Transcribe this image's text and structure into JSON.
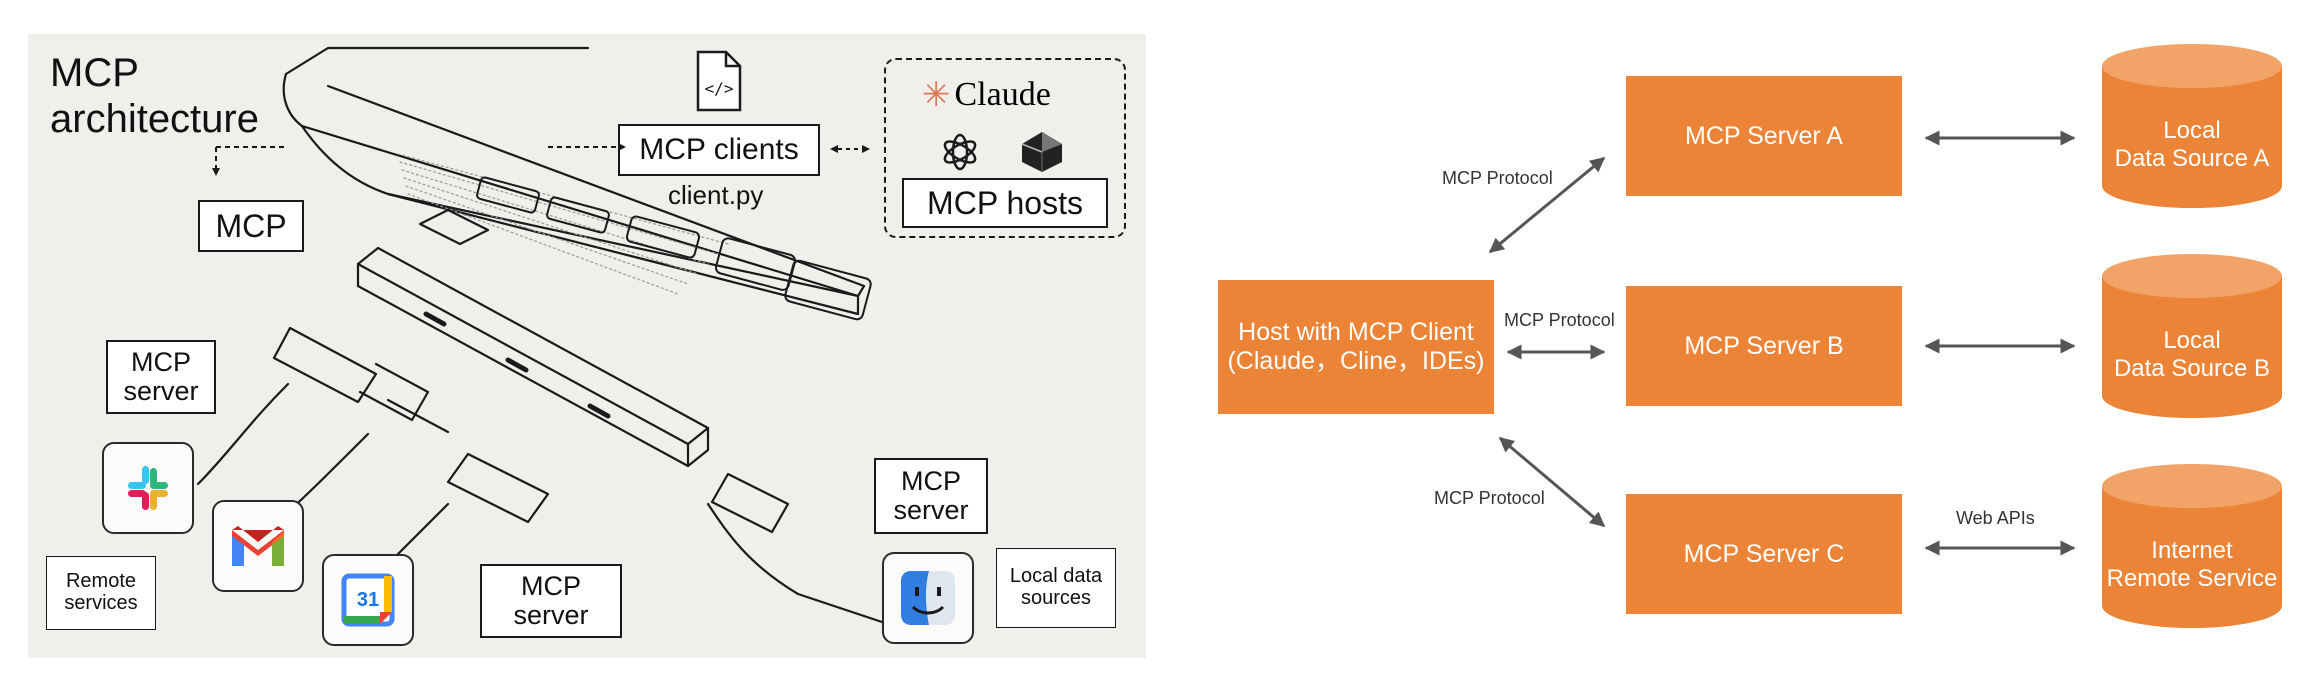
{
  "left_panel": {
    "title_line1": "MCP",
    "title_line2": "architecture",
    "file_icon": "code-file-icon",
    "mcp_clients": "MCP clients",
    "client_file": "client.py",
    "claude_logo_text": "Claude",
    "mcp_hosts": "MCP hosts",
    "mcp_label": "MCP",
    "server_label_1_l1": "MCP",
    "server_label_1_l2": "server",
    "server_label_2_l1": "MCP",
    "server_label_2_l2": "server",
    "server_label_3_l1": "MCP",
    "server_label_3_l2": "server",
    "remote_services_l1": "Remote",
    "remote_services_l2": "services",
    "local_data_l1": "Local data",
    "local_data_l2": "sources",
    "calendar_day": "31",
    "apps": [
      "slack-icon",
      "gmail-icon",
      "google-calendar-icon",
      "finder-icon",
      "openai-icon",
      "hosts-cube-icon"
    ]
  },
  "right_diagram": {
    "colors": {
      "box": "#ec8437",
      "cylinder": "#ec8437",
      "cylinder_top": "#f2a468",
      "arrow": "#555555"
    },
    "host": {
      "line1": "Host with MCP Client",
      "line2": "(Claude，Cline，IDEs)"
    },
    "servers": [
      {
        "label": "MCP Server A"
      },
      {
        "label": "MCP Server B"
      },
      {
        "label": "MCP Server C"
      }
    ],
    "sources": [
      {
        "label": "Local\nData Source A"
      },
      {
        "label": "Local\nData Source B"
      },
      {
        "label": "Internet\nRemote Service"
      }
    ],
    "edge_labels": {
      "host_a": "MCP Protocol",
      "host_b": "MCP Protocol",
      "host_c": "MCP Protocol",
      "c_remote": "Web APIs"
    }
  }
}
